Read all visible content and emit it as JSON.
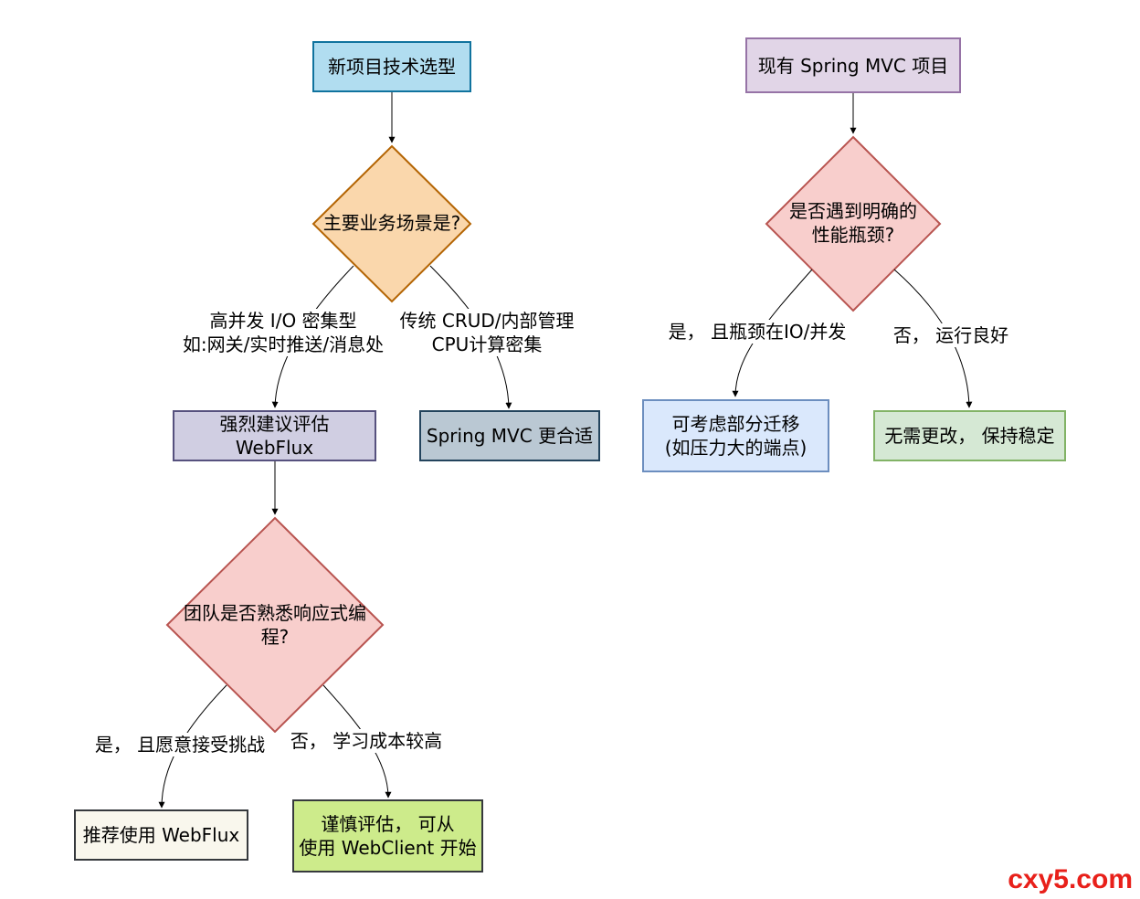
{
  "left_flow": {
    "start": "新项目技术选型",
    "decision1": "主要业务场景是?",
    "branch_io": "高并发 I/O 密集型\n如:网关/实时推送/消息处",
    "branch_crud": "传统 CRUD/内部管理\nCPU计算密集",
    "recommend_webflux": "强烈建议评估\nWebFlux",
    "spring_mvc_better": "Spring MVC 更合适",
    "decision2": "团队是否熟悉响应式编\n程?",
    "branch_yes": "是， 且愿意接受挑战",
    "branch_no": "否， 学习成本较高",
    "result_webflux": "推荐使用 WebFlux",
    "result_careful": "谨慎评估， 可从\n使用 WebClient 开始"
  },
  "right_flow": {
    "start": "现有 Spring MVC 项目",
    "decision": "是否遇到明确的\n性能瓶颈?",
    "branch_yes": "是， 且瓶颈在IO/并发",
    "branch_no": "否， 运行良好",
    "result_migrate": "可考虑部分迁移\n(如压力大的端点)",
    "result_keep": "无需更改， 保持稳定"
  },
  "watermark": "cxy5.com",
  "colors": {
    "blue_fill": "#b1ddf0",
    "blue_stroke": "#10739e",
    "orange_fill": "#fad7ac",
    "orange_stroke": "#b46504",
    "purple_fill": "#d0cee2",
    "purple_stroke": "#56517e",
    "slate_fill": "#bac8d3",
    "slate_stroke": "#23445d",
    "pink_fill": "#f8cecc",
    "pink_stroke": "#b85450",
    "cream_fill": "#f9f7ed",
    "cream_stroke": "#36393d",
    "lime_fill": "#cdeb8b",
    "lime_stroke": "#36393d",
    "lightblue_fill": "#dae8fc",
    "lightblue_stroke": "#6c8ebf",
    "green_fill": "#d5e8d4",
    "green_stroke": "#82b366",
    "lavender_fill": "#e1d5e7",
    "lavender_stroke": "#9673a6"
  }
}
